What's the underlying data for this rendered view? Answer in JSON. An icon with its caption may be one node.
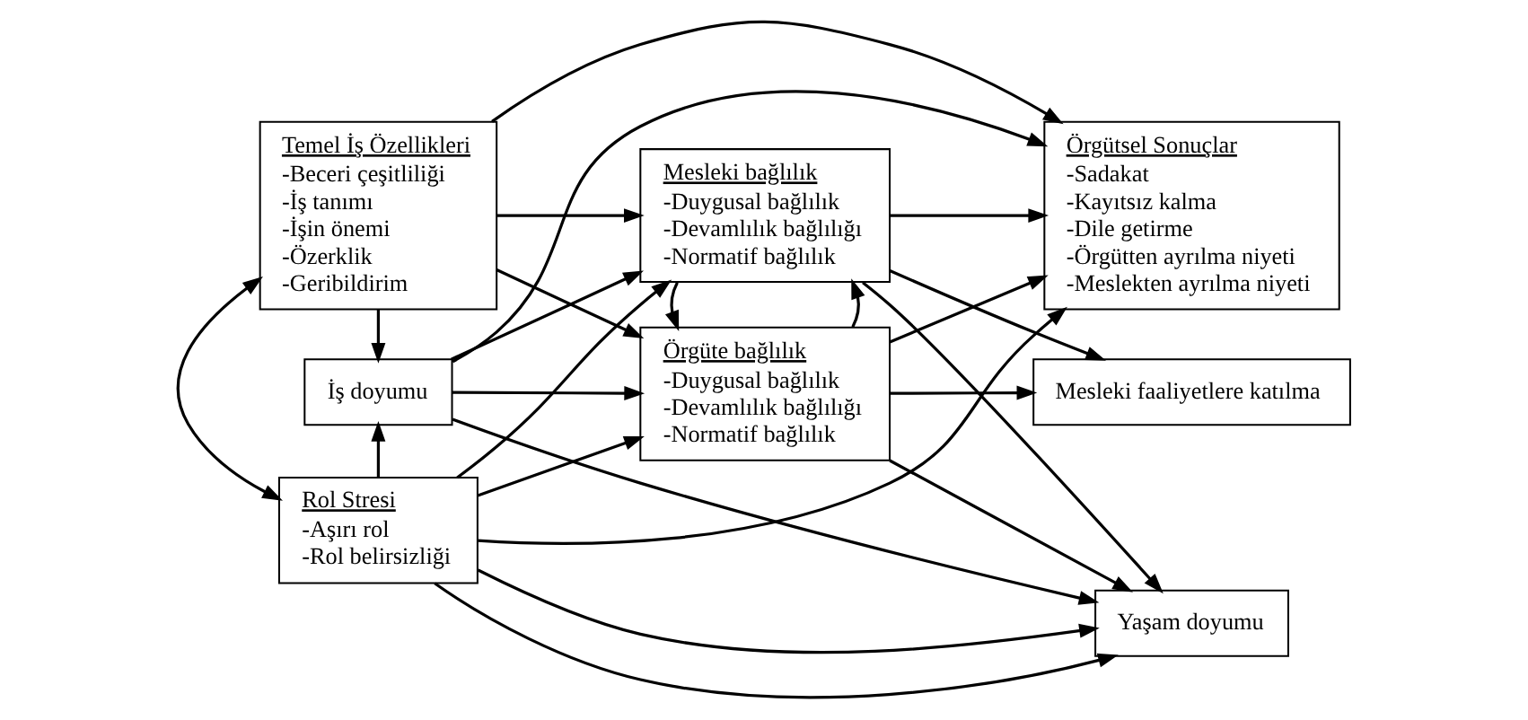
{
  "diagram": {
    "nodes": [
      {
        "text": [
          "Temel İş Özellikleri",
          "-Beceri çeşitliliği",
          "-İş tanımı",
          "-İşin önemi",
          "-Özerklik",
          "-Geribildirim"
        ]
      },
      {
        "text": [
          "İş doyumu"
        ]
      },
      {
        "text": [
          "Rol Stresi",
          "-Aşırı rol",
          "-Rol belirsizliği"
        ]
      },
      {
        "text": [
          "Mesleki bağlılık",
          "-Duygusal bağlılık",
          "-Devamlılık bağlılığı",
          "-Normatif bağlılık"
        ]
      },
      {
        "text": [
          "Örgüte bağlılık",
          "-Duygusal bağlılık",
          "-Devamlılık bağlılığı",
          "-Normatif bağlılık"
        ]
      },
      {
        "text": [
          "Örgütsel Sonuçlar",
          "-Sadakat",
          "-Kayıtsız kalma",
          "-Dile getirme",
          "-Örgütten ayrılma niyeti",
          "-Meslekten ayrılma niyeti"
        ]
      },
      {
        "text": [
          "Mesleki faaliyetlere katılma"
        ]
      },
      {
        "text": [
          "Yaşam doyumu"
        ]
      }
    ],
    "edges": [
      {
        "from": 0,
        "to": 3,
        "arrow": "to"
      },
      {
        "from": 0,
        "to": 4,
        "arrow": "to"
      },
      {
        "from": 1,
        "to": 3,
        "arrow": "to"
      },
      {
        "from": 1,
        "to": 4,
        "arrow": "to"
      },
      {
        "from": 2,
        "to": 3,
        "arrow": "to"
      },
      {
        "from": 2,
        "to": 4,
        "arrow": "to"
      },
      {
        "from": 0,
        "to": 1,
        "arrow": "to"
      },
      {
        "from": 2,
        "to": 1,
        "arrow": "to"
      },
      {
        "from": 4,
        "to": 3,
        "arrow": "to"
      },
      {
        "from": 3,
        "to": 4,
        "arrow": "to"
      },
      {
        "from": 3,
        "to": 5,
        "arrow": "to"
      },
      {
        "from": 3,
        "to": 6,
        "arrow": "to"
      },
      {
        "from": 3,
        "to": 7,
        "arrow": "to"
      },
      {
        "from": 4,
        "to": 5,
        "arrow": "to"
      },
      {
        "from": 4,
        "to": 6,
        "arrow": "to"
      },
      {
        "from": 4,
        "to": 7,
        "arrow": "to"
      },
      {
        "from": 2,
        "to": 7,
        "arrow": "to"
      },
      {
        "from": 0,
        "to": 5,
        "arrow": "to"
      },
      {
        "from": 1,
        "to": 5,
        "arrow": "to"
      },
      {
        "from": 2,
        "to": 5,
        "arrow": "to"
      },
      {
        "from": 1,
        "to": 7,
        "arrow": "to"
      },
      {
        "from": 2,
        "to": 7,
        "arrow": "to"
      },
      {
        "from": 0,
        "to": 2,
        "arrow": "both"
      }
    ]
  }
}
